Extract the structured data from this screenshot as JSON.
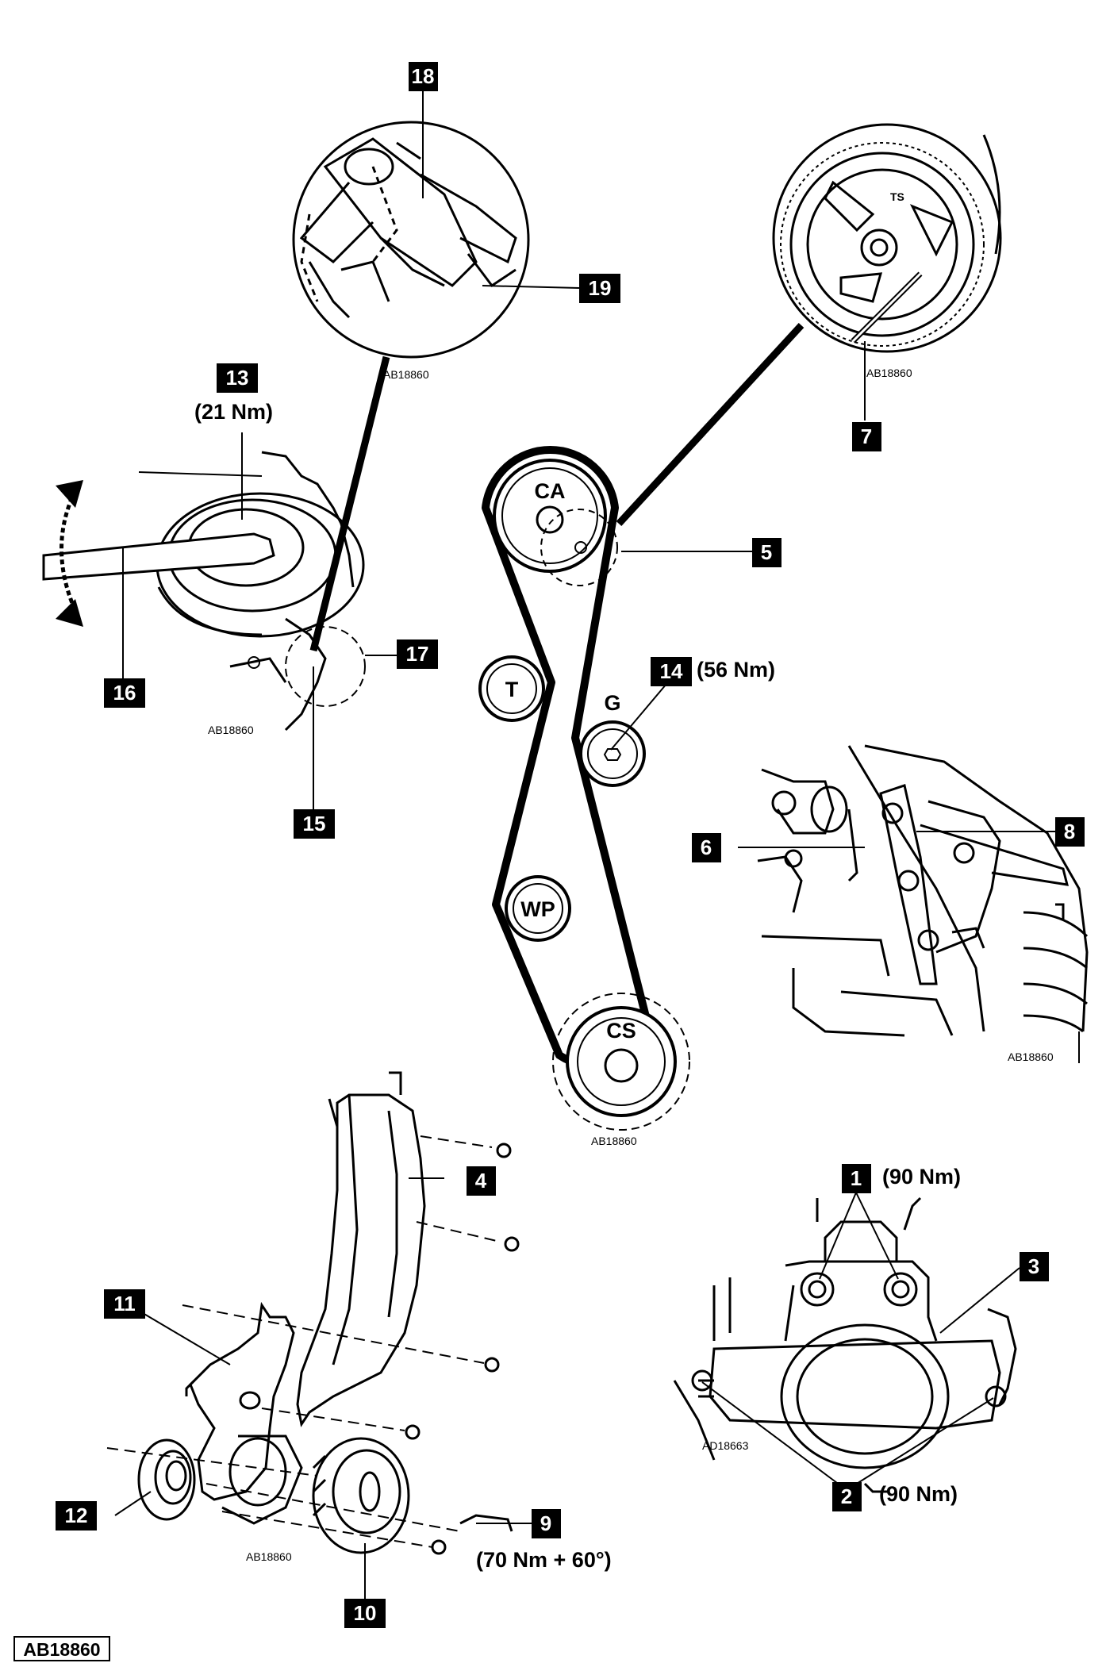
{
  "callouts": [
    {
      "id": "c1",
      "text": "1"
    },
    {
      "id": "c2",
      "text": "2"
    },
    {
      "id": "c3",
      "text": "3"
    },
    {
      "id": "c4",
      "text": "4"
    },
    {
      "id": "c5",
      "text": "5"
    },
    {
      "id": "c6",
      "text": "6"
    },
    {
      "id": "c7",
      "text": "7"
    },
    {
      "id": "c8",
      "text": "8"
    },
    {
      "id": "c9",
      "text": "9"
    },
    {
      "id": "c10",
      "text": "10"
    },
    {
      "id": "c11",
      "text": "11"
    },
    {
      "id": "c12",
      "text": "12"
    },
    {
      "id": "c13",
      "text": "13"
    },
    {
      "id": "c14",
      "text": "14"
    },
    {
      "id": "c15",
      "text": "15"
    },
    {
      "id": "c16",
      "text": "16"
    },
    {
      "id": "c17",
      "text": "17"
    },
    {
      "id": "c18",
      "text": "18"
    },
    {
      "id": "c19",
      "text": "19"
    }
  ],
  "torques": {
    "t13": "(21 Nm)",
    "t14": "(56 Nm)",
    "t1": "(90 Nm)",
    "t2": "(90 Nm)",
    "t9": "(70 Nm + 60°)"
  },
  "pulleys": {
    "ca": "CA",
    "t": "T",
    "g": "G",
    "wp": "WP",
    "cs": "CS"
  },
  "gear_mark": "TS",
  "refs": {
    "r1": "AB18860",
    "r2": "AB18860",
    "r3": "AB18860",
    "r4": "AB18860",
    "r5": "AB18860",
    "r6": "AB18860",
    "r7": "AD18663"
  },
  "figure_id": "AB18860"
}
